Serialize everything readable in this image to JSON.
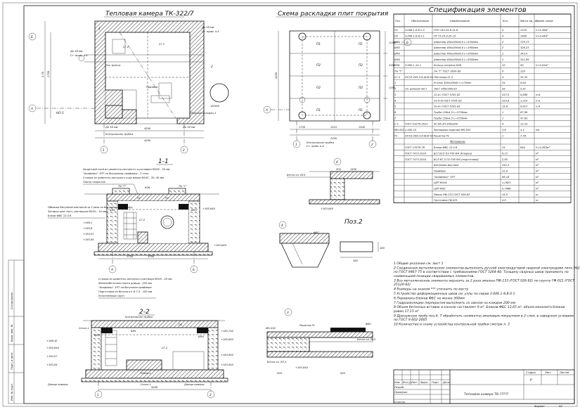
{
  "sheet": {
    "plan_title": "Тепловая камера ТК-322/7",
    "slab_layout_title": "Схема раскладки плит покрытия",
    "spec_title": "Спецификация элементов",
    "section_1": "1-1",
    "section_2": "2-2",
    "detail_3": "3",
    "detail_4": "4",
    "pos2": "Поз.2",
    "format_label": "Формат",
    "format_value": "А2"
  },
  "plan": {
    "labels": [
      "Ось трассы",
      "Приямок",
      "Сборный колодец-1",
      "Ø1000",
      "Контрольная трубка",
      "Ст. прим. п.8",
      "Ст. прим. п.5",
      "Ст. прим. п.4"
    ],
    "dims": [
      "2.70",
      "4200",
      "1750",
      "800",
      "2300",
      "4200"
    ],
    "marks": [
      "СГ-2",
      "СГ-1",
      "НО-1",
      "А",
      "Б",
      "1",
      "2",
      "2",
      "2"
    ],
    "dn": [
      "Дн 38 мм",
      "Дн 38 мм",
      "Дн 38 мм",
      "Дн 38 мм"
    ]
  },
  "slabs": {
    "names": [
      "П1",
      "П1",
      "П2",
      "П2",
      "П2",
      "П2",
      "П1",
      "П1"
    ],
    "dims": [
      "1190",
      "1190",
      "1190",
      "4200",
      "2400",
      "1190",
      "1750",
      "1510",
      "1940"
    ],
    "labels": [
      "Контрольная трубка",
      "Ст. прим. п.8",
      "А",
      "Б",
      "1",
      "2"
    ]
  },
  "spec": {
    "headers": [
      "Поз.",
      "Обозначение",
      "Наименование",
      "Кол.",
      "Масса ед., кг",
      "Приме-чание"
    ],
    "rows": [
      [
        "П1",
        "3.006.1-8.В.1-2",
        "ПТО 150.24.8.14-6",
        "4",
        "1233",
        "V=0,49м³"
      ],
      [
        "П2",
        "3.006.1-8.В.3-1",
        "ПТ 75.24.8.25-15",
        "4",
        "1900",
        "V=0,44м³"
      ],
      [
        "БМ1",
        "",
        "Швеллер 400х200х6,0 L=4350мм",
        "2",
        "729,73",
        ""
      ],
      [
        "БМ2",
        "",
        "Швеллер 400х200х6,0 L=1900мм",
        "2",
        "326,23",
        ""
      ],
      [
        "БМ3",
        "",
        "Швеллер 400х200х6,0 L=2050мм",
        "1",
        "343,4",
        ""
      ],
      [
        "БМ4",
        "",
        "Швеллер 400х200х6,0 L=2050мм",
        "1",
        "351,99",
        ""
      ],
      [
        "К06",
        "3.900.1-14.1",
        "Кольцо опорное К06",
        "12",
        "50",
        "V=0,02м³"
      ],
      [
        "Лн \"Г\"",
        "",
        "Лн \"Г\" ГОСТ 3634-99",
        "4",
        "120",
        ""
      ],
      [
        "СГ-2",
        "247/2-209-3.6-АСИ-03",
        "Лестница СГ-2",
        "4",
        "35,32",
        ""
      ],
      [
        "1",
        "",
        "Уголок 100х100х8 L=170мм",
        "24",
        "0,64",
        ""
      ],
      [
        "2",
        "см. данный лист",
        "Лист 160х160х10",
        "28",
        "2,91",
        ""
      ],
      [
        "3",
        "",
        "12-А-I ГОСТ 5781-82",
        "257,5",
        "0,888",
        "п.м"
      ],
      [
        "4",
        "",
        "14-А-III ГОСТ 5781-82",
        "253,8",
        "1,210",
        "п.м"
      ],
      [
        "5",
        "",
        "10-А-I ГОСТ 5781-82",
        "15,6",
        "0,617",
        "п.м"
      ],
      [
        "6",
        "",
        "Труба 159х4,5 L=3750мм",
        "1",
        "67,99",
        ""
      ],
      [
        "7",
        "",
        "Труба 159х4,5 L=3750мм",
        "1",
        "47,63",
        ""
      ],
      [
        "С-1",
        "ГОСТ 23279-2012",
        "4С-6А 2П-200х200",
        "4",
        "12,33",
        ""
      ],
      [
        "МН-552",
        "1.400-15",
        "Закладная изделие МН-552",
        "3,6",
        "4,4",
        "пм"
      ],
      [
        "Р1",
        "247/2-209-3.6-АСИ-02",
        "Решетка Р1",
        "1",
        "7,76",
        ""
      ]
    ],
    "materials_header": "Материалы",
    "materials": [
      [
        "",
        "ГОСТ 13579-78",
        "Блоки ФБС 12.4.6",
        "14",
        "640",
        "V=0,265м³"
      ],
      [
        "",
        "ГОСТ 7473-2010",
        "БСТ В15 П3 F50 W4 (Кладка)",
        "6,15",
        "",
        "м³"
      ],
      [
        "",
        "ГОСТ 7473-2010",
        "БСЛ В7,5 П1 F50 W4 (подготовка)",
        "2,85",
        "",
        "м³"
      ],
      [
        "",
        "",
        "Битумная мастика",
        "242,2",
        "",
        "м²"
      ],
      [
        "",
        "",
        "Праймер",
        "31,8",
        "",
        "м²"
      ],
      [
        "",
        "",
        "\"Анафлекс\" 3ПТ",
        "89,18",
        "",
        "м²"
      ],
      [
        "",
        "",
        "ЦПР М100",
        "1,2623",
        "",
        "м³"
      ],
      [
        "",
        "",
        "ЦПР М50",
        "0,7966",
        "",
        "м³"
      ],
      [
        "",
        "",
        "Эмаль ПФ-133 ГОСТ 926-82",
        "15,5",
        "",
        "кг"
      ],
      [
        "",
        "",
        "Грунтовка ГФ-021",
        "4,9",
        "",
        "кг"
      ]
    ]
  },
  "notes": [
    "1 Общие указания см. лист 1",
    "2 Соединения металлических элементов выполнить ручной электродуговой сваркой электродами типа Э42 по ГОСТ 9467-75 в соответствии с требованиями ГОСТ 5264-80. Толщину сварных швов принимать по наименьшей позиции свариваемых элементов.",
    "3 Все металлические элементы окрасить за 2 раза эмалью ПФ-133 (ГОСТ 926-82) по грунту ГФ-021 (ГОСТ 25129-82)",
    "4 Размеры на знаком *** уточнить по месту",
    "5 Устройство деформационных швов см. узлы по серии 3.006.1-8.В.0-1",
    "6 Перевязка блоков ФБС не менее 300мм",
    "7 Гидроизоляцию перекрытия выполнить со свесом на каждом 200 мм",
    "8 Объем бетонных вставок в канале составляет 9 м³. Блоков ФБС 13,65 м³, объем монолита блоков равен 17,15 м³",
    "9 Дренажную трубу поз.6, 7 обработать силикатно-эмалевым покрытием в 2 слоя, в заводских условиях по ГОСТ 9.602-2005",
    "10 Количество и схему устройства контрольной трубки смотри л. 3"
  ],
  "section_1_1": {
    "callouts": [
      "Защитный слой из цементно-песчаного р-ра марки М100 - 20 мм",
      "\"Анафлекс\" 3ПТ по битумному праймеру - 3 слоя",
      "Стяжка из цементно-песчаного р-ра марки М100 - 20..30 мм",
      "Плиты покрытия"
    ],
    "left_callouts": [
      "Обмазка битумной мастикой за 2 раза по битумному праймеру",
      "Затирка цем.-песч. раствором М100 - 10 мм",
      "Блоки ФБС 12.4.6"
    ],
    "bottom_callouts": [
      "Стяжка из цементно-песчаного раствора М100 - 20 мм",
      "Железобетонная плита днища - 250 мм",
      "\"Анафлекс\" 3ПТ на битумном праймере",
      "Подготовка из бетона кл. В 7,5 - 100 мм",
      "Уплотненный грунт"
    ],
    "marks": [
      "Лн \"Г\"",
      "К06",
      "Лн \"Г\"",
      "БМ2",
      "БМ3",
      "СГ-2",
      "П1",
      "П2"
    ],
    "elev": [
      "+185,640",
      "+183,840",
      "+186,1",
      "+185,6",
      "+184,07",
      "+183,84"
    ],
    "dims": [
      "3700",
      "1750",
      "1050",
      "300"
    ],
    "axes": [
      "А",
      "Б"
    ]
  },
  "section_2_2": {
    "labels": [
      "Контрольная трубка",
      "Днище камеры",
      "Сезон-1",
      "Сезон-1",
      "Сезон-1",
      "Днище камеры"
    ],
    "marks": [
      "БМ1",
      "БМ2",
      "БМ4",
      "СГ-2",
      "П1",
      "П2"
    ],
    "elev": [
      "+186,42",
      "+185,640",
      "+184,07",
      "+183,84",
      "+185,740",
      "+185,640",
      "+183,840",
      "+183,840"
    ],
    "axes": [
      "1",
      "2"
    ],
    "dims": [
      "4200"
    ]
  },
  "details": {
    "beton": "Бетон кл. В15",
    "beton2": "Бетон кл. В7,5",
    "fbs": "ФБС",
    "reshetka": "Решетка Р1",
    "mn552": "МН-552",
    "elev_det": "+183,840",
    "elev_det2": "+183,840",
    "dims4": [
      "200",
      "1500",
      "200",
      "500"
    ],
    "pos2dims": [
      "160",
      "160"
    ]
  },
  "titleblock": {
    "cols": [
      "Изм.",
      "Кол.уч",
      "Лист",
      "№док.",
      "Подп.",
      "Дата"
    ],
    "rows": [
      "Разраб.",
      "Проверил",
      "Н.контр."
    ],
    "stage_h": [
      "Стадия",
      "Лист",
      "Листов"
    ],
    "stage": "Р",
    "name": "Тепловая камера ТК-?????",
    "side": [
      "Согласовано",
      "Взам. инв. №",
      "Подп. и дата",
      "Инв. № подл."
    ]
  }
}
